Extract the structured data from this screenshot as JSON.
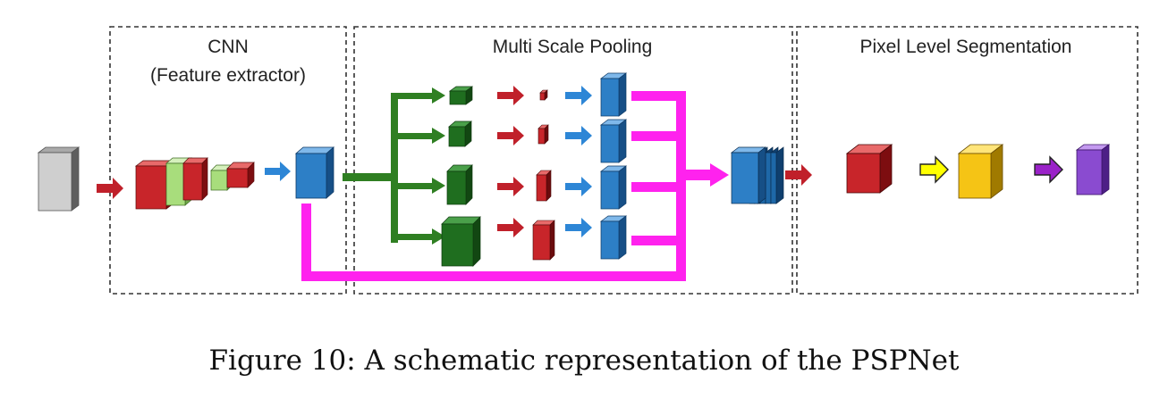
{
  "panels": {
    "cnn": {
      "title_line1": "CNN",
      "title_line2": "(Feature extractor)"
    },
    "pooling": {
      "title": "Multi Scale Pooling"
    },
    "segmentation": {
      "title": "Pixel Level Segmentation"
    }
  },
  "caption": "Figure 10: A schematic representation of the PSPNet",
  "colors": {
    "input": "#cfcfcf",
    "cnn_red": "#c8252a",
    "cnn_green": "#a8dd7c",
    "feature_blue": "#2d7fc6",
    "pool_green": "#1f6e1f",
    "arrow_red": "#c0202a",
    "arrow_green": "#2f7f22",
    "arrow_blue": "#2d86d6",
    "connector_magenta": "#ff22ee",
    "yellow_arrow": "#ffff00",
    "purple_arrow": "#9a22c8",
    "yellow_block": "#f5c415",
    "purple_block": "#8a4bd0"
  }
}
